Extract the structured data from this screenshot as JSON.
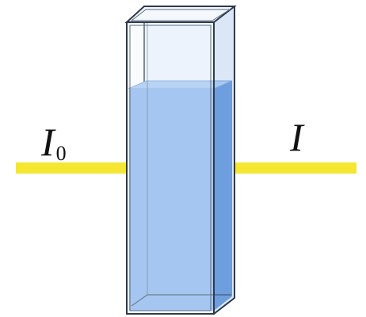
{
  "labels": {
    "incident": "I",
    "incident_subscript": "0",
    "transmitted": "I"
  },
  "colors": {
    "beam": "#f5e631",
    "liquid": "#8fb8ec",
    "liquid_dark": "#6e9ede",
    "glass_edge": "#2d3a4a",
    "glass_tint": "#e6f0fb"
  }
}
